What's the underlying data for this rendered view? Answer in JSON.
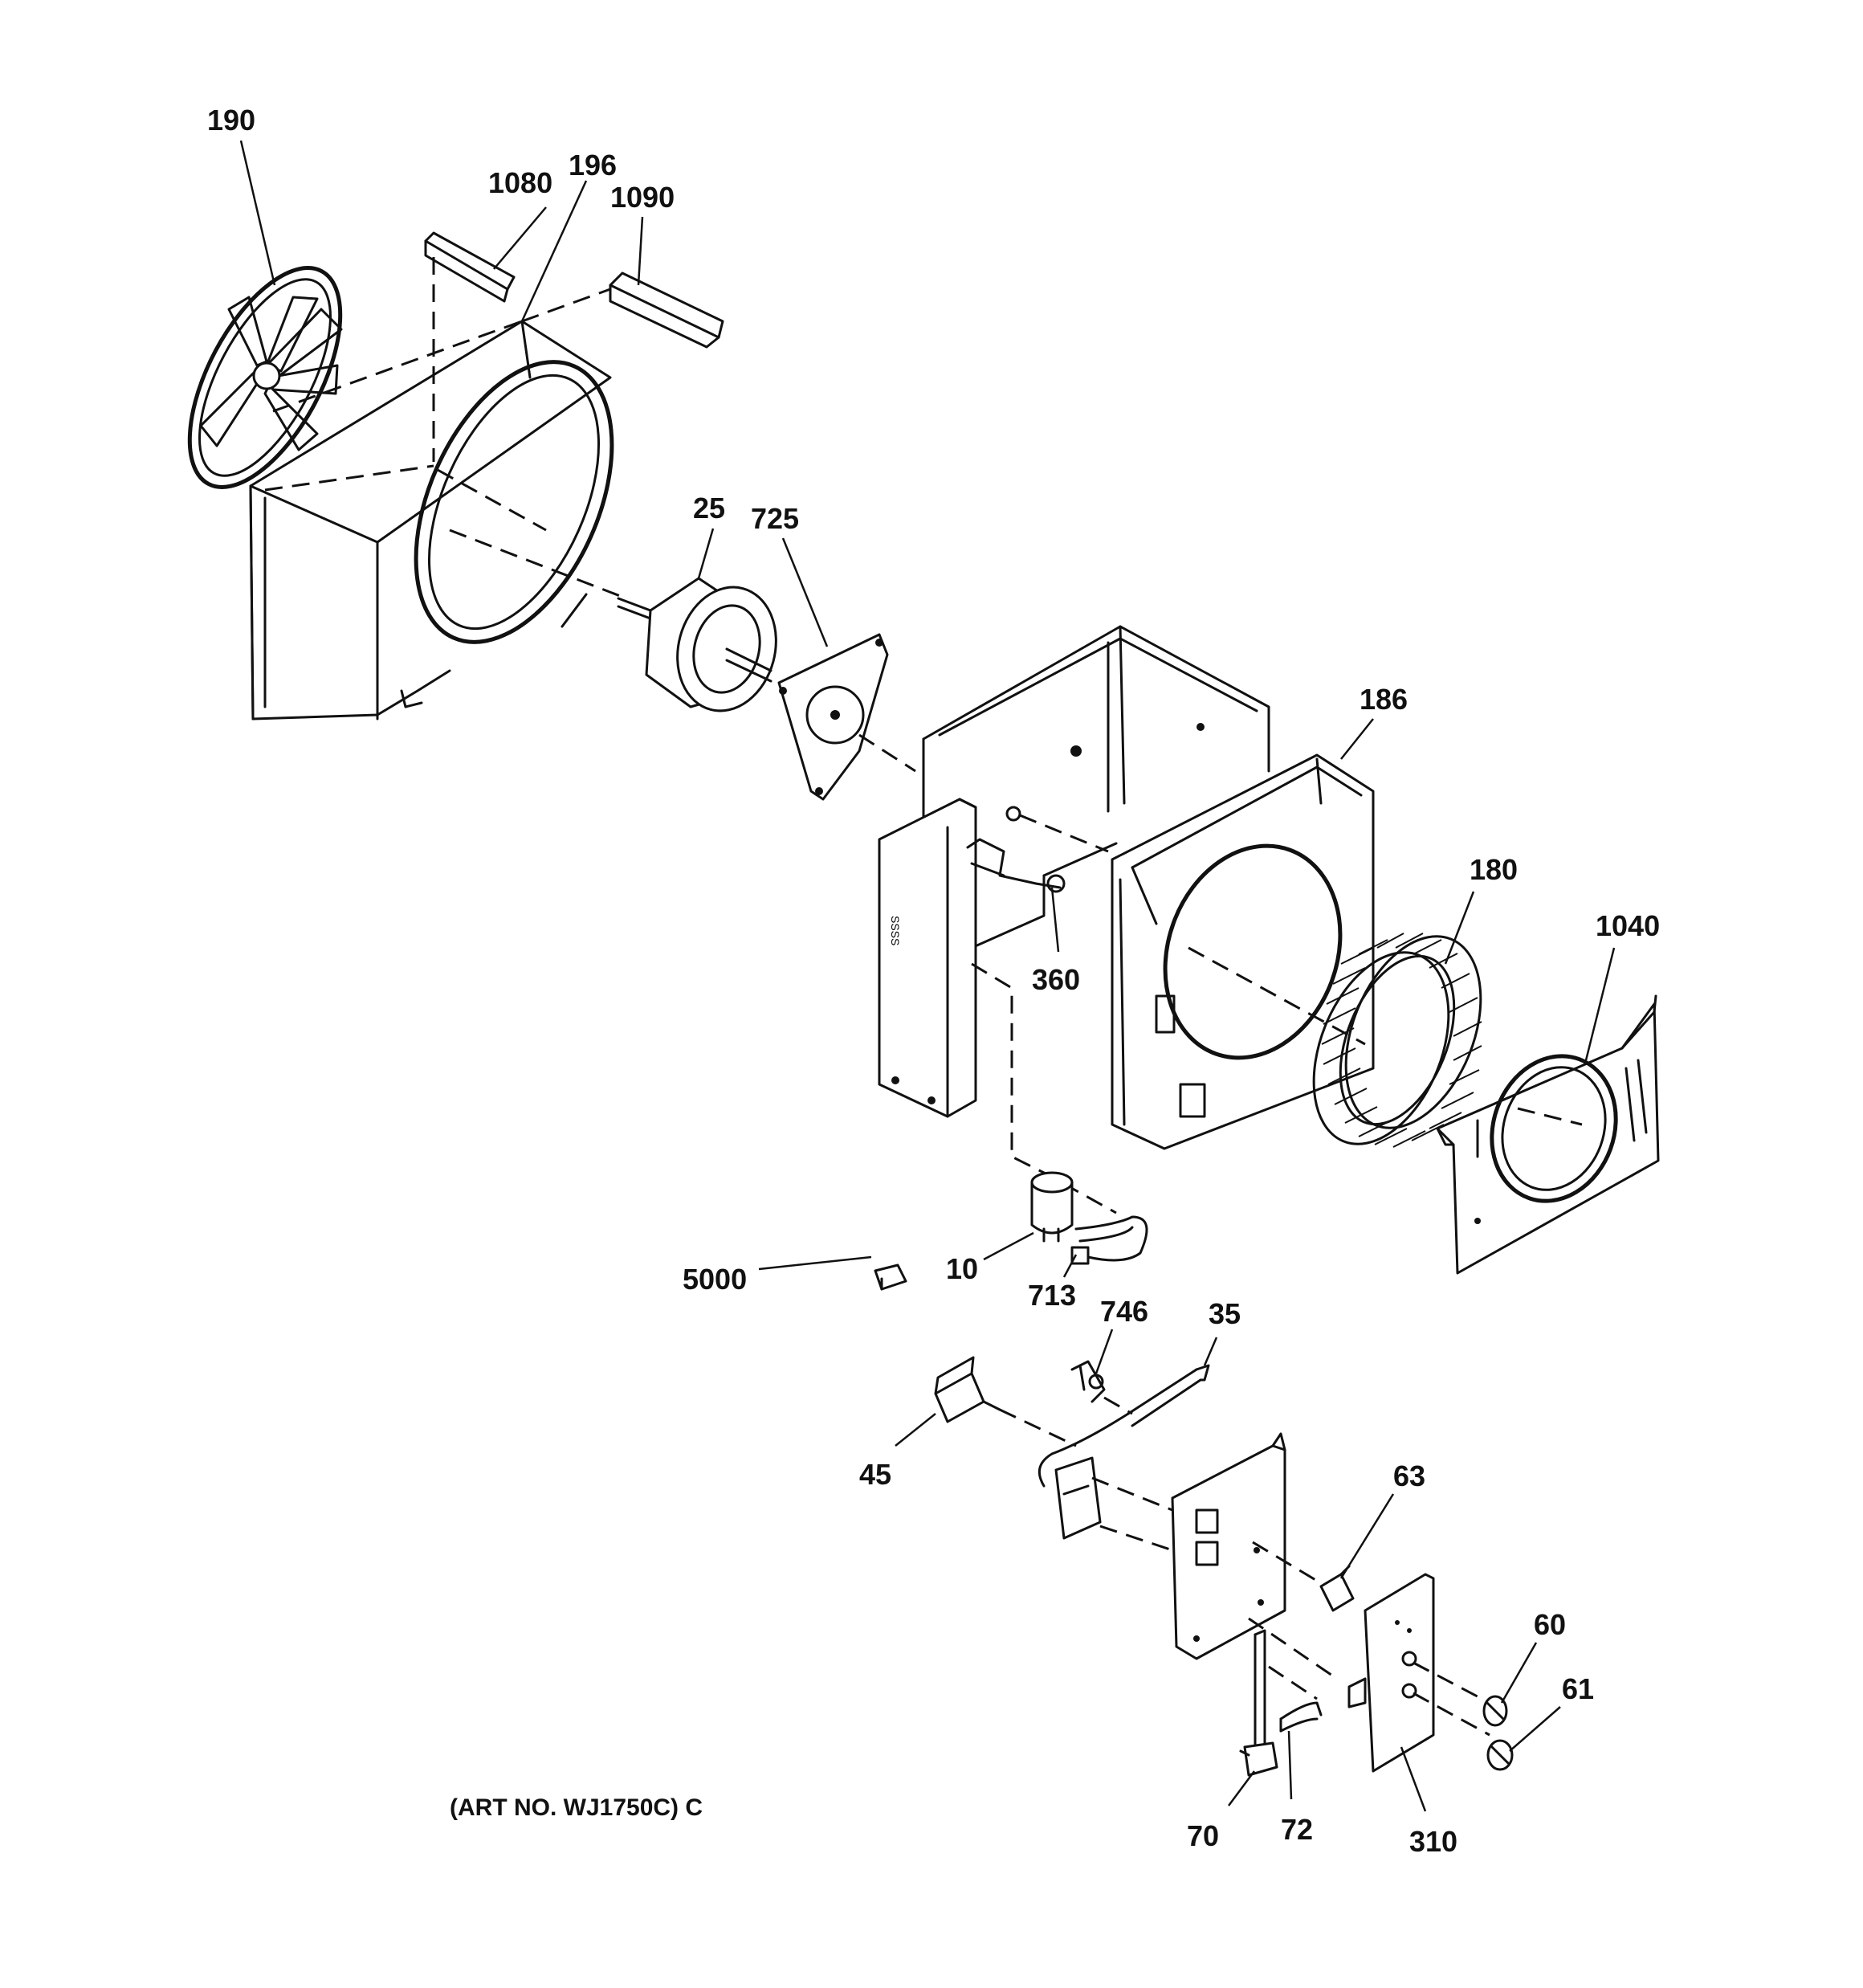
{
  "art_number": "(ART NO. WJ1750C) C",
  "parts": [
    {
      "id": "p190",
      "label": "190"
    },
    {
      "id": "p196",
      "label": "196"
    },
    {
      "id": "p1080",
      "label": "1080"
    },
    {
      "id": "p1090",
      "label": "1090"
    },
    {
      "id": "p25",
      "label": "25"
    },
    {
      "id": "p725",
      "label": "725"
    },
    {
      "id": "p186",
      "label": "186"
    },
    {
      "id": "p180",
      "label": "180"
    },
    {
      "id": "p1040",
      "label": "1040"
    },
    {
      "id": "p360",
      "label": "360"
    },
    {
      "id": "p5000",
      "label": "5000"
    },
    {
      "id": "p10",
      "label": "10"
    },
    {
      "id": "p713",
      "label": "713"
    },
    {
      "id": "p746",
      "label": "746"
    },
    {
      "id": "p35",
      "label": "35"
    },
    {
      "id": "p45",
      "label": "45"
    },
    {
      "id": "p63",
      "label": "63"
    },
    {
      "id": "p60",
      "label": "60"
    },
    {
      "id": "p61",
      "label": "61"
    },
    {
      "id": "p70",
      "label": "70"
    },
    {
      "id": "p72",
      "label": "72"
    },
    {
      "id": "p310",
      "label": "310"
    }
  ]
}
